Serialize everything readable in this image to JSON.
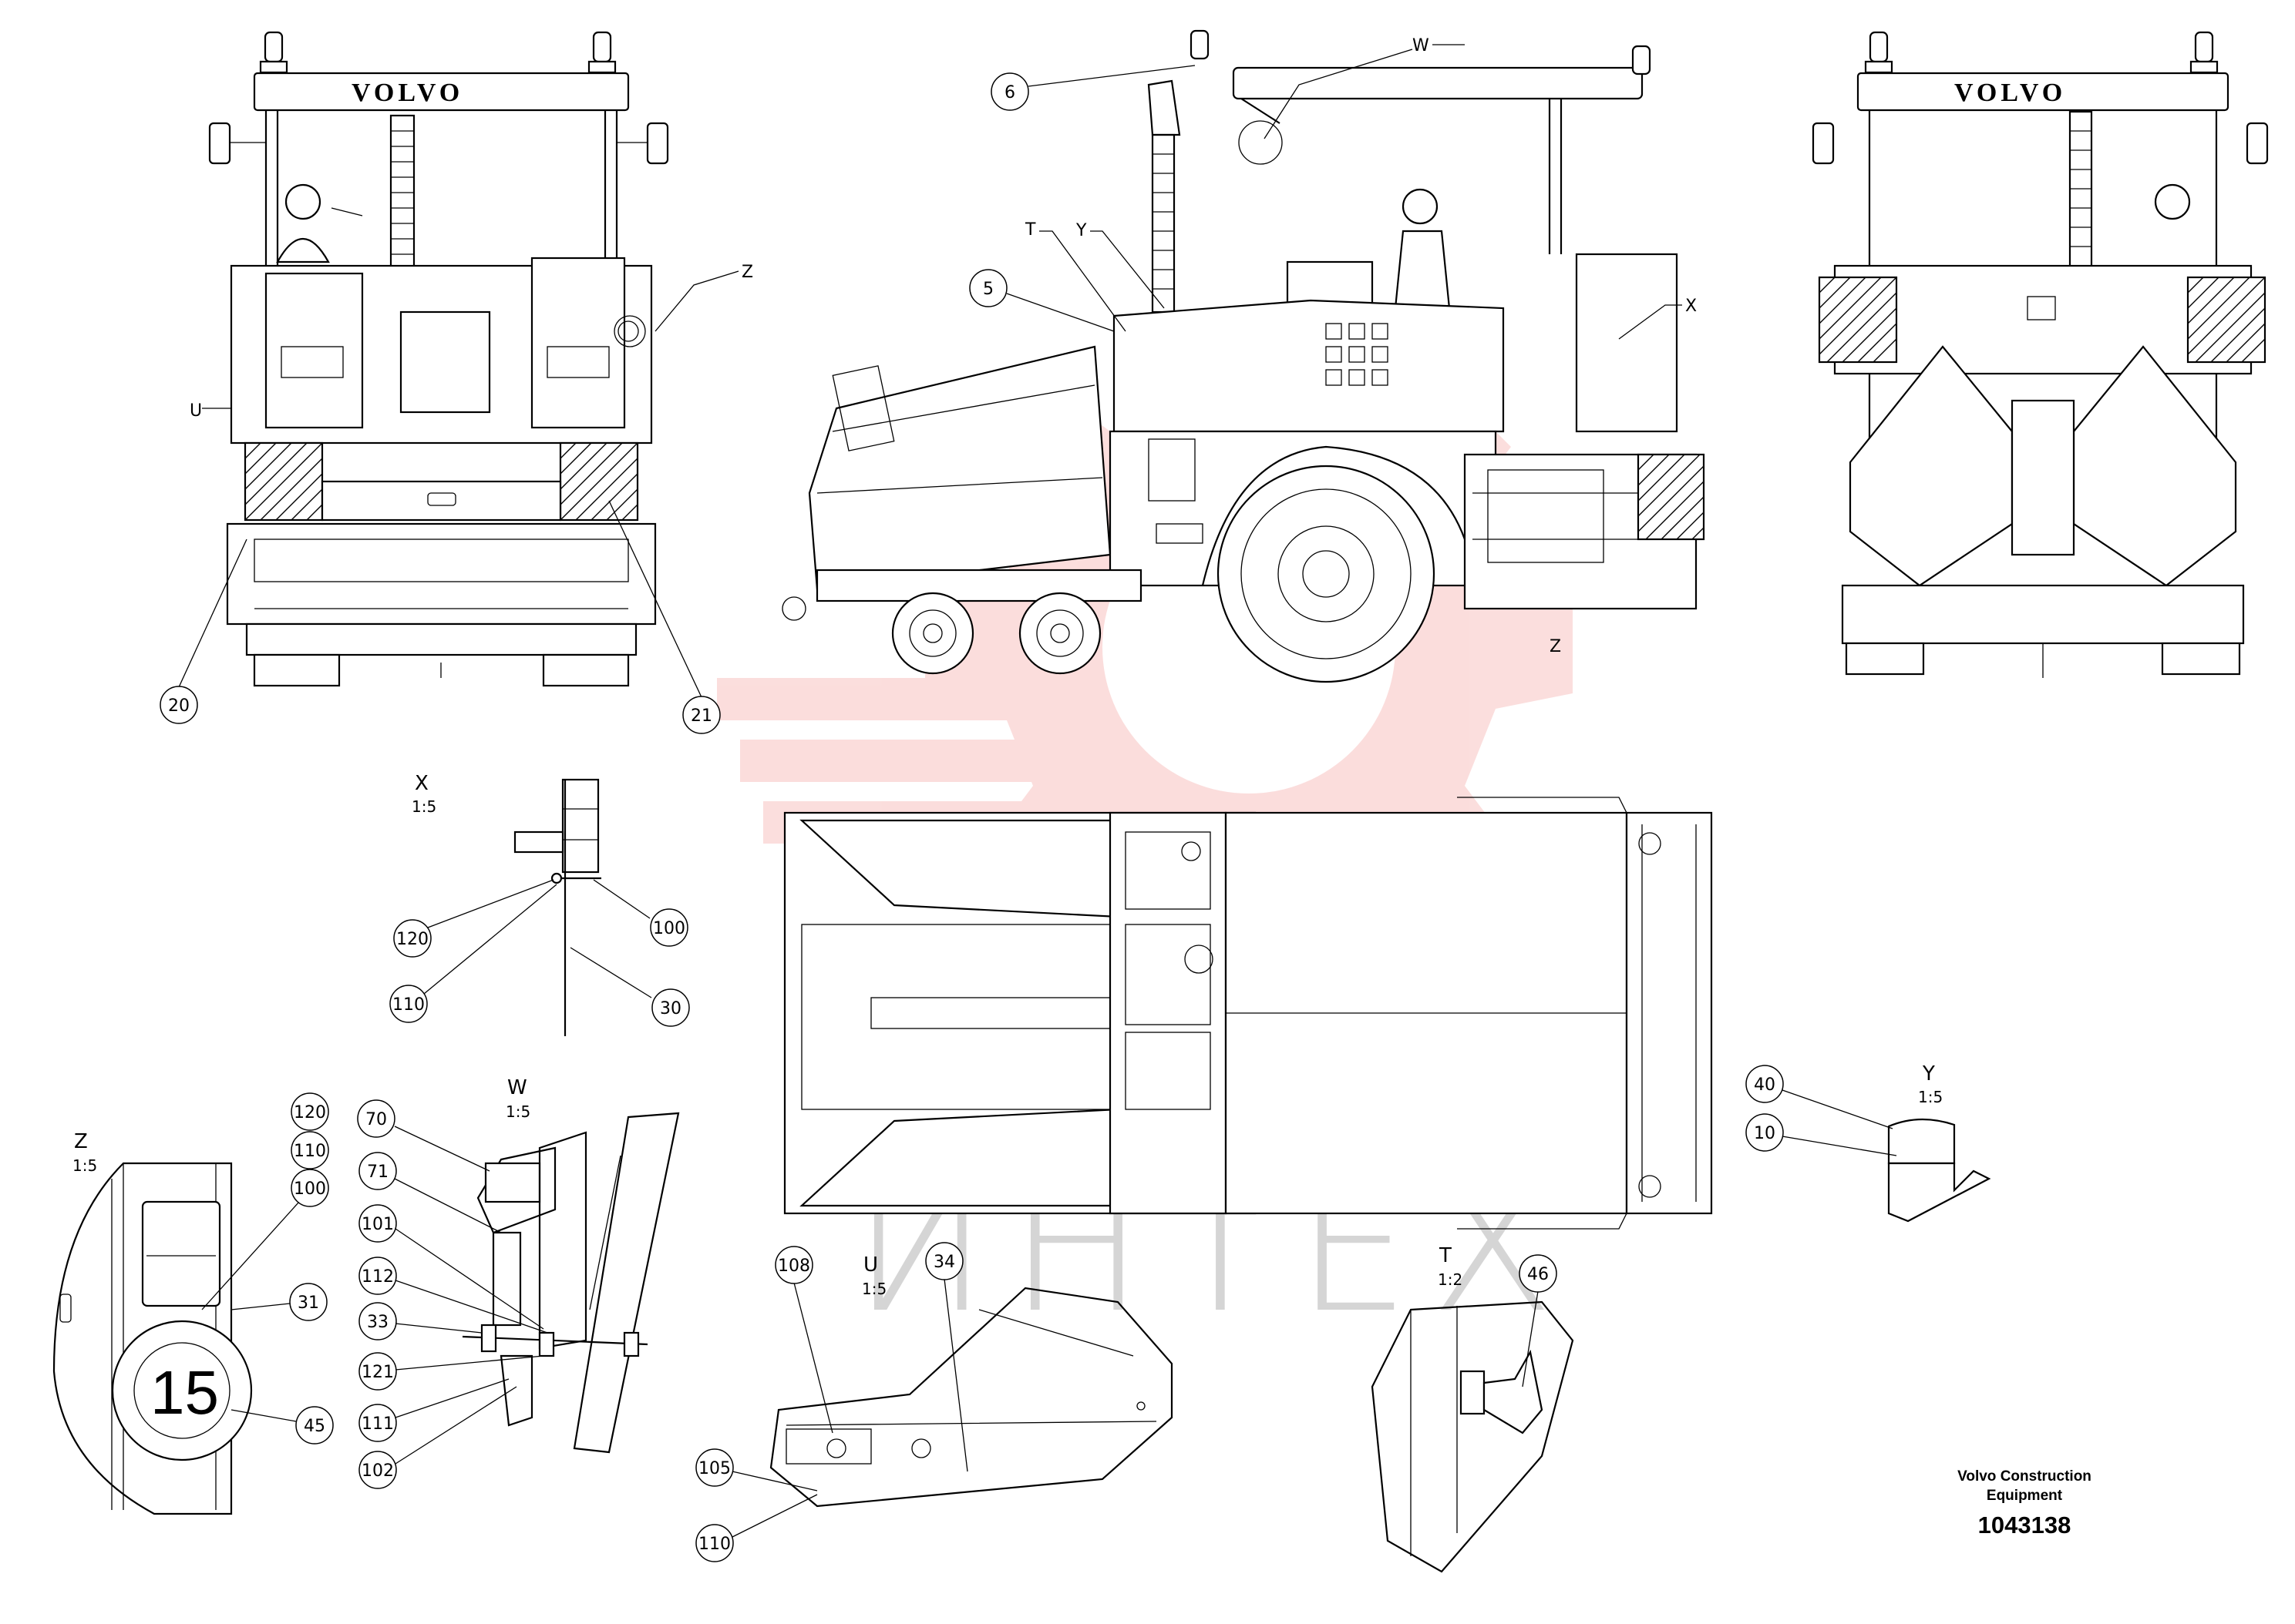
{
  "drawing": {
    "brand_lettering": "VOLVO",
    "watermark_text": "ИНТЕХ",
    "watermark_color": "#e8302a",
    "footer": {
      "org_line1": "Volvo Construction",
      "org_line2": "Equipment",
      "doc_number": "1043138"
    }
  },
  "views": [
    {
      "letter": "X",
      "scale": "1:5"
    },
    {
      "letter": "W",
      "scale": "1:5"
    },
    {
      "letter": "Z",
      "scale": "1:5"
    },
    {
      "letter": "U",
      "scale": "1:5"
    },
    {
      "letter": "T",
      "scale": "1:2"
    },
    {
      "letter": "Y",
      "scale": "1:5"
    }
  ],
  "view_letters": {
    "front_u": "U",
    "front_z": "Z",
    "side_w": "W",
    "side_t": "T",
    "side_y": "Y",
    "side_x": "X",
    "side_z": "Z"
  },
  "callouts": {
    "c20": "20",
    "c21": "21",
    "c6": "6",
    "c5": "5",
    "x_120": "120",
    "x_110": "110",
    "x_100": "100",
    "x_30": "30",
    "z_120": "120",
    "z_110": "110",
    "z_100": "100",
    "z_31": "31",
    "z_45": "45",
    "w_70": "70",
    "w_71": "71",
    "w_101": "101",
    "w_112": "112",
    "w_33": "33",
    "w_121": "121",
    "w_111": "111",
    "w_102": "102",
    "u_108": "108",
    "u_34": "34",
    "u_105": "105",
    "u_110": "110",
    "t_46": "46",
    "y_40": "40",
    "y_10": "10"
  },
  "sign_number": "15"
}
